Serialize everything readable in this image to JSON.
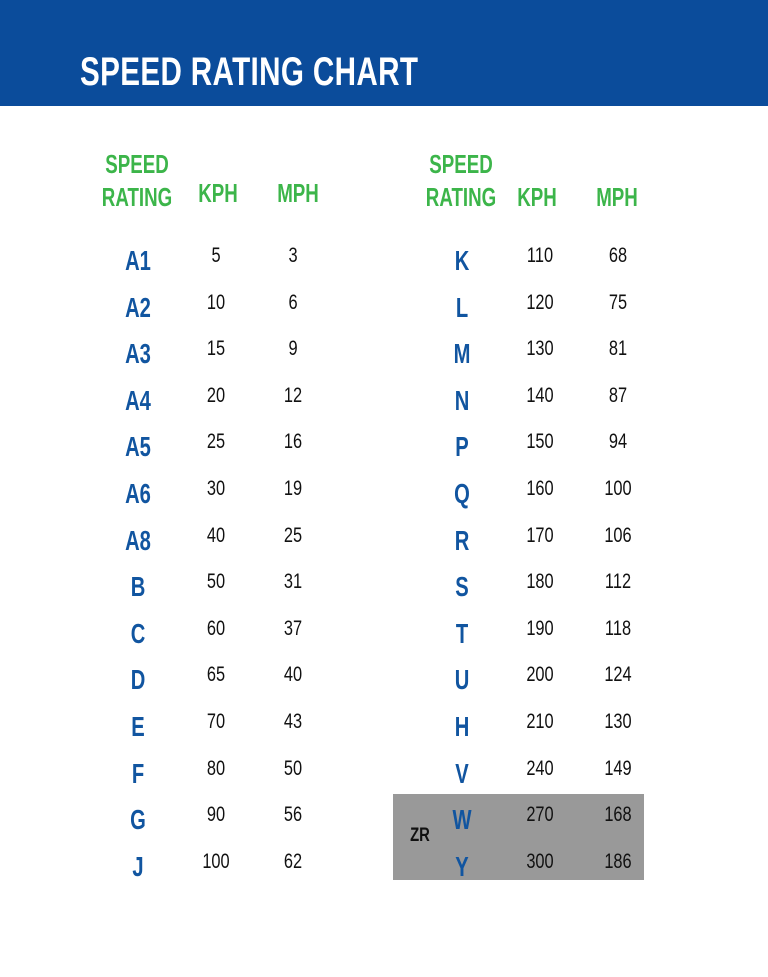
{
  "title": "SPEED RATING CHART",
  "headers": {
    "rating_line1": "SPEED",
    "rating_line2": "RATING",
    "kph": "KPH",
    "mph": "MPH"
  },
  "left_rows": [
    {
      "rating": "A1",
      "kph": "5",
      "mph": "3"
    },
    {
      "rating": "A2",
      "kph": "10",
      "mph": "6"
    },
    {
      "rating": "A3",
      "kph": "15",
      "mph": "9"
    },
    {
      "rating": "A4",
      "kph": "20",
      "mph": "12"
    },
    {
      "rating": "A5",
      "kph": "25",
      "mph": "16"
    },
    {
      "rating": "A6",
      "kph": "30",
      "mph": "19"
    },
    {
      "rating": "A8",
      "kph": "40",
      "mph": "25"
    },
    {
      "rating": "B",
      "kph": "50",
      "mph": "31"
    },
    {
      "rating": "C",
      "kph": "60",
      "mph": "37"
    },
    {
      "rating": "D",
      "kph": "65",
      "mph": "40"
    },
    {
      "rating": "E",
      "kph": "70",
      "mph": "43"
    },
    {
      "rating": "F",
      "kph": "80",
      "mph": "50"
    },
    {
      "rating": "G",
      "kph": "90",
      "mph": "56"
    },
    {
      "rating": "J",
      "kph": "100",
      "mph": "62"
    }
  ],
  "right_rows": [
    {
      "rating": "K",
      "kph": "110",
      "mph": "68"
    },
    {
      "rating": "L",
      "kph": "120",
      "mph": "75"
    },
    {
      "rating": "M",
      "kph": "130",
      "mph": "81"
    },
    {
      "rating": "N",
      "kph": "140",
      "mph": "87"
    },
    {
      "rating": "P",
      "kph": "150",
      "mph": "94"
    },
    {
      "rating": "Q",
      "kph": "160",
      "mph": "100"
    },
    {
      "rating": "R",
      "kph": "170",
      "mph": "106"
    },
    {
      "rating": "S",
      "kph": "180",
      "mph": "112"
    },
    {
      "rating": "T",
      "kph": "190",
      "mph": "118"
    },
    {
      "rating": "U",
      "kph": "200",
      "mph": "124"
    },
    {
      "rating": "H",
      "kph": "210",
      "mph": "130"
    },
    {
      "rating": "V",
      "kph": "240",
      "mph": "149"
    },
    {
      "rating": "W",
      "kph": "270",
      "mph": "168"
    },
    {
      "rating": "Y",
      "kph": "300",
      "mph": "186"
    }
  ],
  "zr_label": "ZR",
  "colors": {
    "banner": "#0b4c9b",
    "header_green": "#3cb54a",
    "rating_blue": "#1155a0",
    "zr_gray": "#999999"
  }
}
